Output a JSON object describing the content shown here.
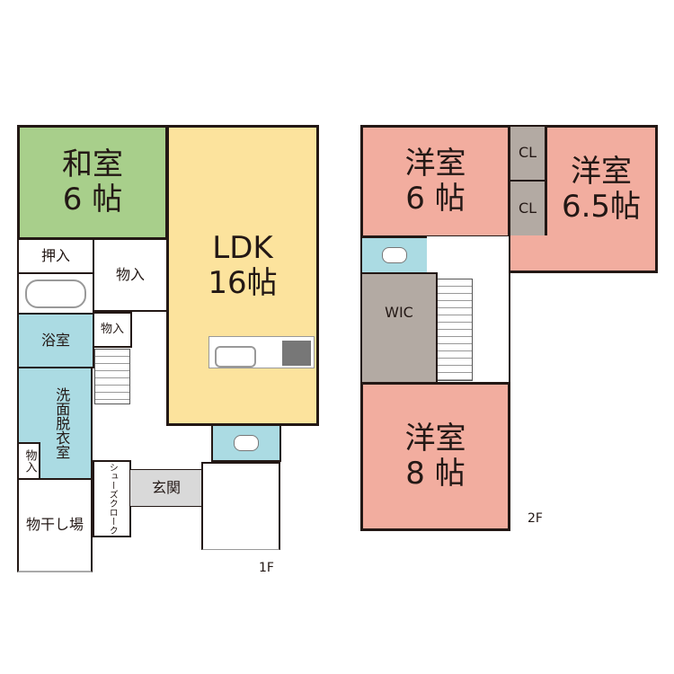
{
  "floor1": {
    "label": "1F",
    "rooms": {
      "washitsu": {
        "name": "和室",
        "size": "6 帖"
      },
      "ldk": {
        "name": "LDK",
        "size": "16帖"
      },
      "oshiire": "押入",
      "storage_big": "物入",
      "bath": "浴室",
      "storage_small": "物入",
      "washroom": "洗面脱衣室",
      "storage_tiny": "物入",
      "drying": "物干し場",
      "shoe_cloak": "シューズクローク",
      "entrance": "玄関"
    }
  },
  "floor2": {
    "label": "2F",
    "rooms": {
      "western6": {
        "name": "洋室",
        "size": "6 帖"
      },
      "western65": {
        "name": "洋室",
        "size": "6.5帖"
      },
      "western8": {
        "name": "洋室",
        "size": "8 帖"
      },
      "cl1": "CL",
      "cl2": "CL",
      "wic": "WIC"
    }
  },
  "colors": {
    "japanese": "#a8cf8b",
    "ldk": "#fce39d",
    "western": "#f2ad9f",
    "wet": "#abdbe3",
    "storage": "#b3aaa3",
    "entrance": "#d9d9d9"
  }
}
